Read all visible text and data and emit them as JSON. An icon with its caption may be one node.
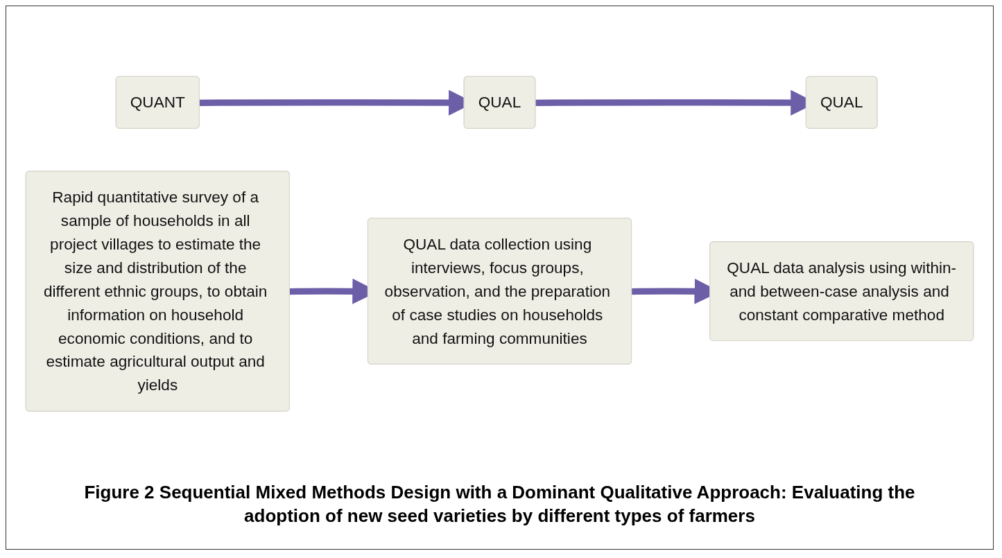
{
  "diagram": {
    "caption": "Figure 2 Sequential Mixed Methods Design with a Dominant Qualitative Approach: Evaluating the adoption of new seed varieties by different types of farmers",
    "nodes": [
      {
        "text": [
          "QUANT"
        ]
      },
      {
        "text": [
          "QUAL"
        ]
      },
      {
        "text": [
          "QUAL"
        ]
      },
      {
        "text": [
          "Rapid quantitative survey of a sample of households in all project villages to estimate the size and distribution of the different ethnic groups, to obtain information on household economic conditions, and to estimate agricultural output and yields"
        ]
      },
      {
        "text": [
          "QUAL data collection using interviews, focus groups, observation, and the preparation of case studies on households and farming communities"
        ]
      },
      {
        "text": [
          "QUAL data analysis using within-and between-case analysis and constant comparative method"
        ]
      }
    ],
    "edges": [
      {
        "from": 0,
        "to": 1,
        "arrow": "to"
      },
      {
        "from": 1,
        "to": 2,
        "arrow": "to"
      },
      {
        "from": 3,
        "to": 4,
        "arrow": "to"
      },
      {
        "from": 4,
        "to": 5,
        "arrow": "to"
      }
    ]
  }
}
